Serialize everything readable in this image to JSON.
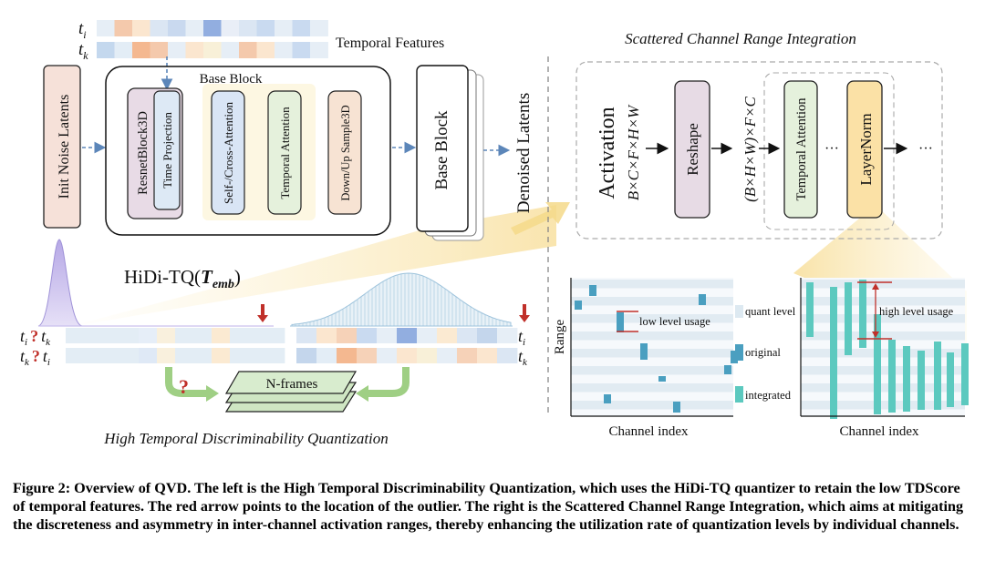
{
  "left": {
    "t_i": "t",
    "t_i_sub": "i",
    "t_k": "t",
    "t_k_sub": "k",
    "temporal_features": "Temporal Features",
    "base_block": "Base Block",
    "init_noise": "Init Noise Latents",
    "resnet": "ResnetBlock3D",
    "time_projection": "Time Projection",
    "self_cross": "Self-/Cross-Attention",
    "temporal_attention": "Temporal Attention",
    "down_up": "Down/Up Sample3D",
    "base_block_right": "Base Block",
    "denoised": "Denoised Latents",
    "hidi_prefix": "HiDi-TQ(",
    "hidi_T": "T",
    "hidi_sub": "emb",
    "hidi_suffix": ")",
    "question": "?",
    "n_frames": "N-frames",
    "title": "High Temporal Discriminability Quantization"
  },
  "right": {
    "title": "Scattered Channel Range Integration",
    "activation": "Activation",
    "activation_shape": "B×C×F×H×W",
    "reshape": "Reshape",
    "reshaped_shape": "(B×H×W)×F×C",
    "temporal_attention": "Temporal Attention",
    "ellipsis": "···",
    "layernorm": "LayerNorm",
    "range_label": "Range",
    "low_level": "low level usage",
    "high_level": "high level usage",
    "legend_quant": "quant level",
    "legend_original": "original",
    "legend_integrated": "integrated",
    "channel_index": "Channel index",
    "colors": {
      "original": "#4a9fc0",
      "integrated": "#5cc9bf",
      "quant": "#dde9f1"
    }
  },
  "caption": "Figure 2: Overview of QVD. The left is the High Temporal Discriminability Quantization, which uses the HiDi-TQ quantizer to retain the low TDScore of temporal features. The red arrow points to the location of the outlier. The right is the Scattered Channel Range Integration, which aims at mitigating the discreteness and asymmetry in inter-channel activation ranges, thereby enhancing the utilization rate of quantization levels by individual channels."
}
